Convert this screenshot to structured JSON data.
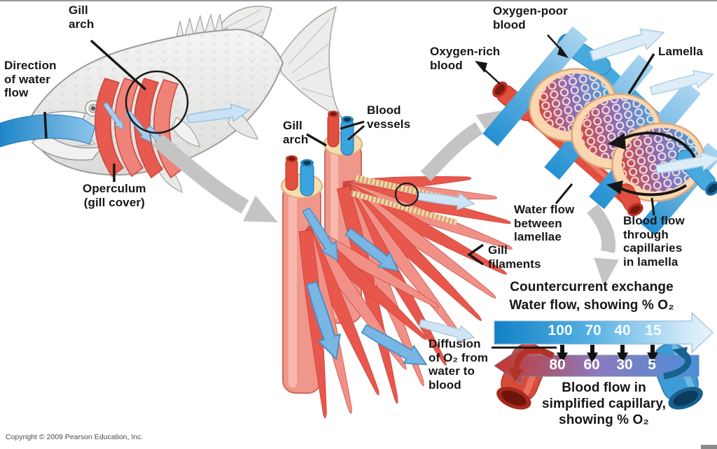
{
  "labels": {
    "gill_arch_fish": "Gill\narch",
    "direction_of_water_flow": "Direction\nof water\nflow",
    "operculum": "Operculum\n(gill cover)",
    "gill_arch": "Gill\narch",
    "blood_vessels": "Blood\nvessels",
    "gill_filaments": "Gill\nfilaments",
    "oxygen_poor_blood": "Oxygen-poor\nblood",
    "oxygen_rich_blood": "Oxygen-rich\nblood",
    "lamella": "Lamella",
    "water_flow_between_lamellae": "Water flow\nbetween\nlamellae",
    "blood_flow_through_capillaries": "Blood flow\nthrough\ncapillaries\nin lamella",
    "diffusion_of_o2": "Diffusion\nof O₂ from\nwater to\nblood"
  },
  "countercurrent": {
    "title": "Countercurrent exchange",
    "water_flow_label": "Water flow, showing % O₂",
    "water_o2_percent": [
      "100",
      "70",
      "40",
      "15"
    ],
    "blood_o2_percent": [
      "80",
      "60",
      "30",
      "5"
    ],
    "caption": "Blood flow in\nsimplified capillary,\nshowing % O₂"
  },
  "footer": {
    "copyright": "Copyright © 2009 Pearson Education, Inc."
  },
  "colors": {
    "filament_red": "#e8574c",
    "gill_arch_cream": "#f7ddb2",
    "vessel_red": "#e14f3e",
    "vessel_blue": "#3aa4e0",
    "water_blue": "#2e96d6",
    "lamella_peach": "#fad7b0",
    "capillary_purple": "#8b6cb8",
    "connector_gray": "#c4c4c4",
    "label_text": "#161616"
  }
}
